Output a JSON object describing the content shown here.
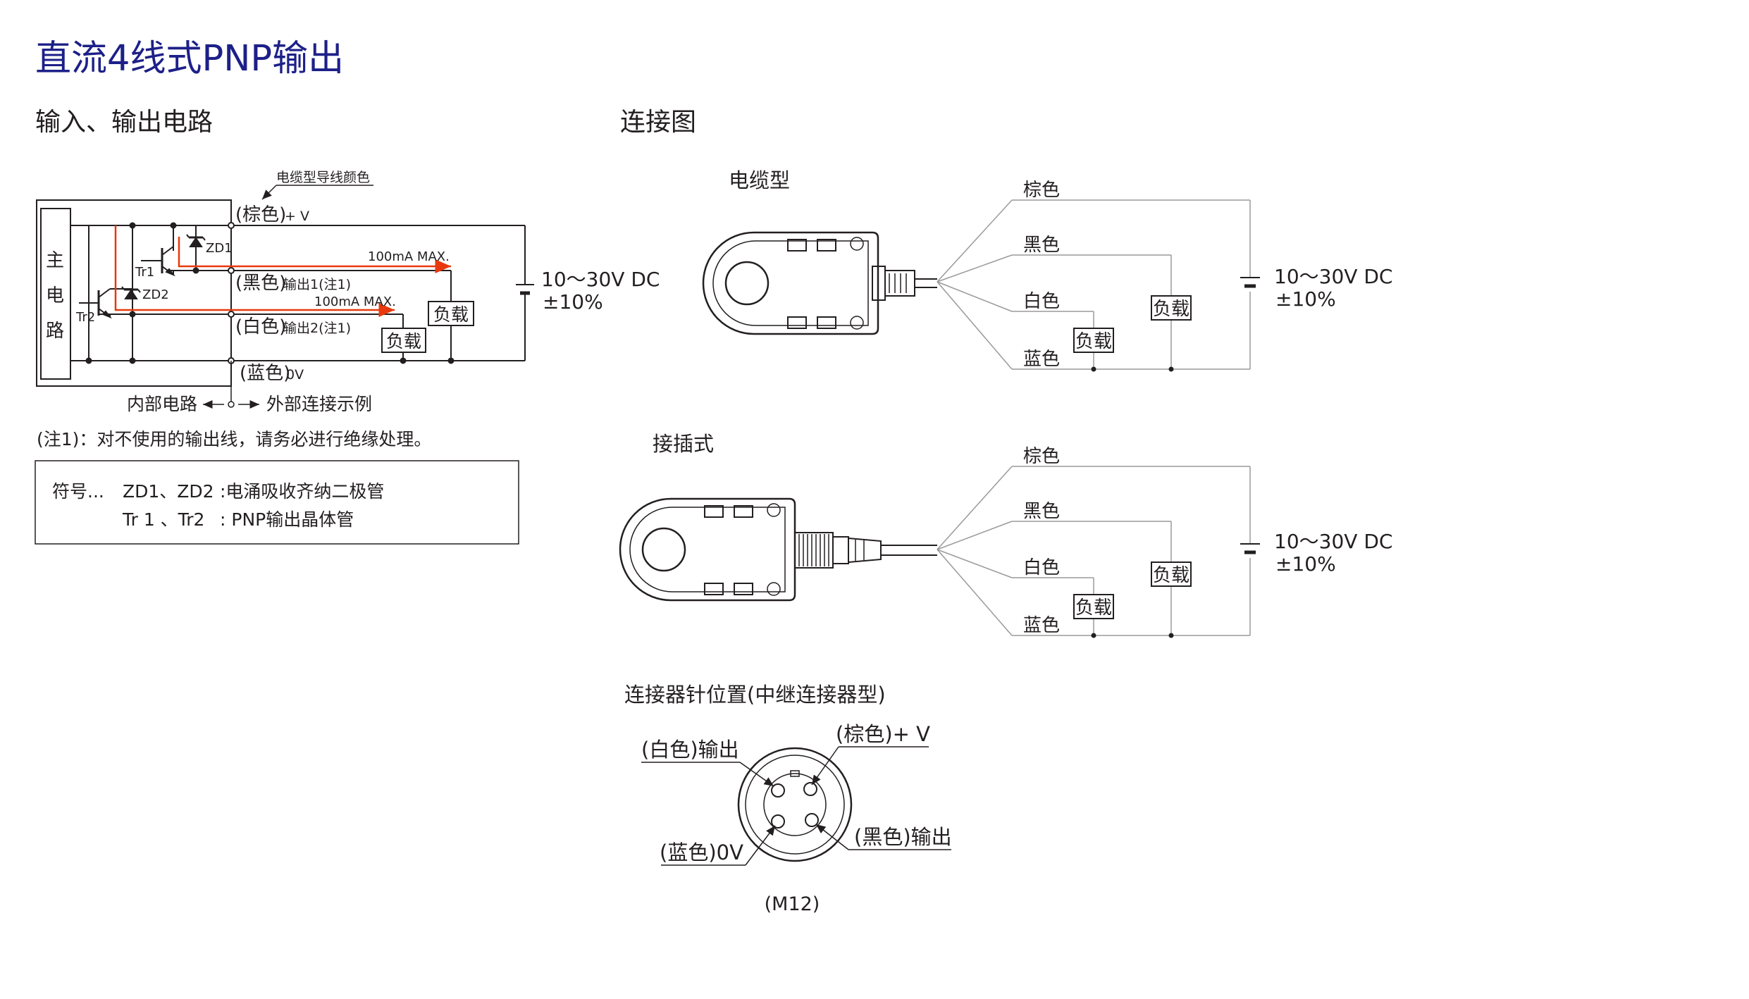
{
  "page_title": "直流4线式PNP输出",
  "circuit": {
    "heading": "输入、输出电路",
    "main_circuit_label": [
      "主",
      "电",
      "路"
    ],
    "wire_color_caption": "电缆型导线颜色",
    "wires": {
      "brown": "(棕色)",
      "brown_suffix": "+ V",
      "black": "(黑色)",
      "black_suffix": "输出1(注1)",
      "white": "(白色)",
      "white_suffix": "输出2(注1)",
      "blue": "(蓝色)",
      "blue_suffix": "0V"
    },
    "current_max_1": "100mA MAX.",
    "current_max_2": "100mA MAX.",
    "tr1": "Tr1",
    "tr2": "Tr2",
    "zd1": "ZD1",
    "zd2": "ZD2",
    "load": "负载",
    "supply_voltage": "10～30V DC",
    "supply_tolerance": "±10%",
    "internal_label": "内部电路",
    "external_label": "外部连接示例",
    "note": "(注1)：对不使用的输出线，请务必进行绝缘处理。",
    "legend": {
      "symbol_label": "符号...",
      "row1_symbol": "ZD1、ZD2",
      "row1_desc": ":电涌吸收齐纳二极管",
      "row2_symbol": "Tr 1 、Tr2",
      "row2_desc": ": PNP输出晶体管"
    }
  },
  "connection": {
    "heading": "连接图",
    "cable_type": {
      "label": "电缆型",
      "wire_brown": "棕色",
      "wire_black": "黑色",
      "wire_white": "白色",
      "wire_blue": "蓝色",
      "load": "负载",
      "supply_voltage": "10～30V DC",
      "supply_tolerance": "±10%"
    },
    "plug_type": {
      "label": "接插式",
      "wire_brown": "棕色",
      "wire_black": "黑色",
      "wire_white": "白色",
      "wire_blue": "蓝色",
      "load": "负载",
      "supply_voltage": "10～30V DC",
      "supply_tolerance": "±10%"
    }
  },
  "connector_pins": {
    "heading": "连接器针位置(中继连接器型)",
    "pin_white": "(白色)输出",
    "pin_brown": "(棕色)+ V",
    "pin_blue": "(蓝色)0V",
    "pin_black": "(黑色)输出",
    "model": "(M12)"
  },
  "colors": {
    "title": "#1d2088",
    "line": "#231f20",
    "guide": "#9a9a9a",
    "current_arrow": "#e8380d"
  }
}
